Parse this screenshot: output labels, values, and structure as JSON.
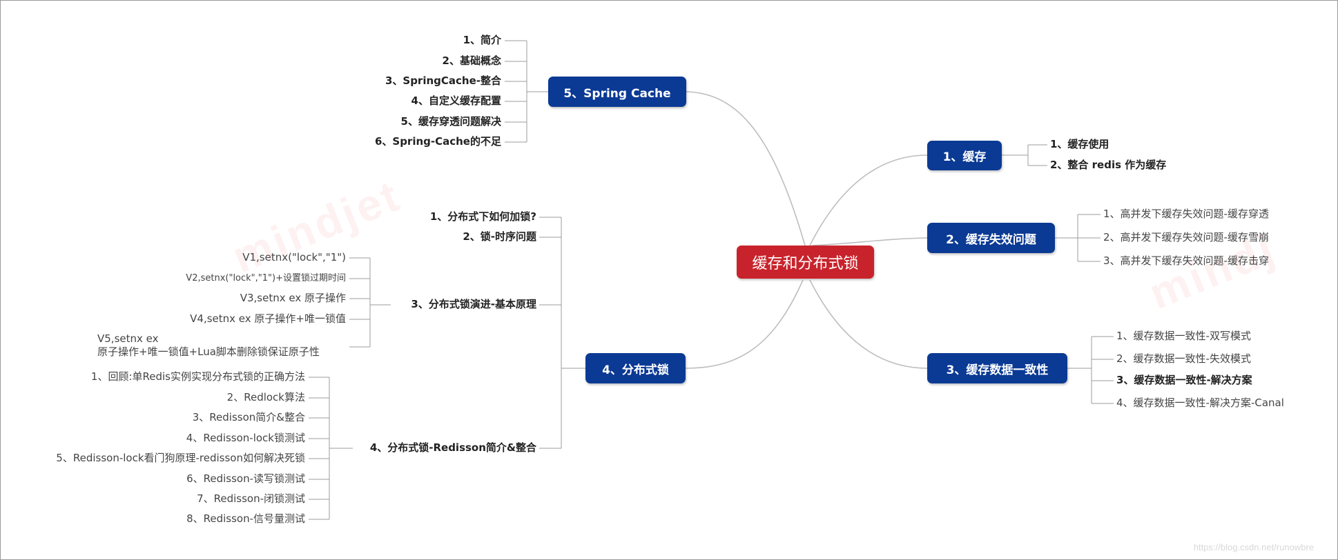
{
  "colors": {
    "center": "#c8232c",
    "main": "#0b3a94",
    "line": "#bdbdbd",
    "text": "#222222"
  },
  "center": {
    "label": "缓存和分布式锁"
  },
  "branches": {
    "cache": {
      "label": "1、缓存",
      "items": [
        "1、缓存使用",
        "2、整合 redis 作为缓存"
      ]
    },
    "invalidation": {
      "label": "2、缓存失效问题",
      "items": [
        "1、高并发下缓存失效问题-缓存穿透",
        "2、高并发下缓存失效问题-缓存雪崩",
        "3、高并发下缓存失效问题-缓存击穿"
      ]
    },
    "consistency": {
      "label": "3、缓存数据一致性",
      "items": [
        "1、缓存数据一致性-双写模式",
        "2、缓存数据一致性-失效模式",
        "3、缓存数据一致性-解决方案",
        "4、缓存数据一致性-解决方案-Canal"
      ]
    },
    "lock": {
      "label": "4、分布式锁",
      "sub1": "1、分布式下如何加锁?",
      "sub2": "2、锁-时序问题",
      "sub3": {
        "label": "3、分布式锁演进-基本原理",
        "items": [
          "V1,setnx(\"lock\",\"1\")",
          "V2,setnx(\"lock\",\"1\")+设置锁过期时间",
          "V3,setnx ex 原子操作",
          "V4,setnx ex 原子操作+唯一锁值"
        ],
        "v5_line1": "V5,setnx ex",
        "v5_line2": "原子操作+唯一锁值+Lua脚本删除锁保证原子性"
      },
      "sub4": {
        "label": "4、分布式锁-Redisson简介&整合",
        "items": [
          "1、回顾:单Redis实例实现分布式锁的正确方法",
          "2、Redlock算法",
          "3、Redisson简介&整合",
          "4、Redisson-lock锁测试",
          "5、Redisson-lock看门狗原理-redisson如何解决死锁",
          "6、Redisson-读写锁测试",
          "7、Redisson-闭锁测试",
          "8、Redisson-信号量测试"
        ]
      }
    },
    "spring": {
      "label": "5、Spring Cache",
      "items": [
        "1、简介",
        "2、基础概念",
        "3、SpringCache-整合",
        "4、自定义缓存配置",
        "5、缓存穿透问题解决",
        "6、Spring-Cache的不足"
      ]
    }
  },
  "watermark": {
    "left": "mindjet",
    "right": "mindj"
  },
  "footer": "https://blog.csdn.net/runowbre"
}
